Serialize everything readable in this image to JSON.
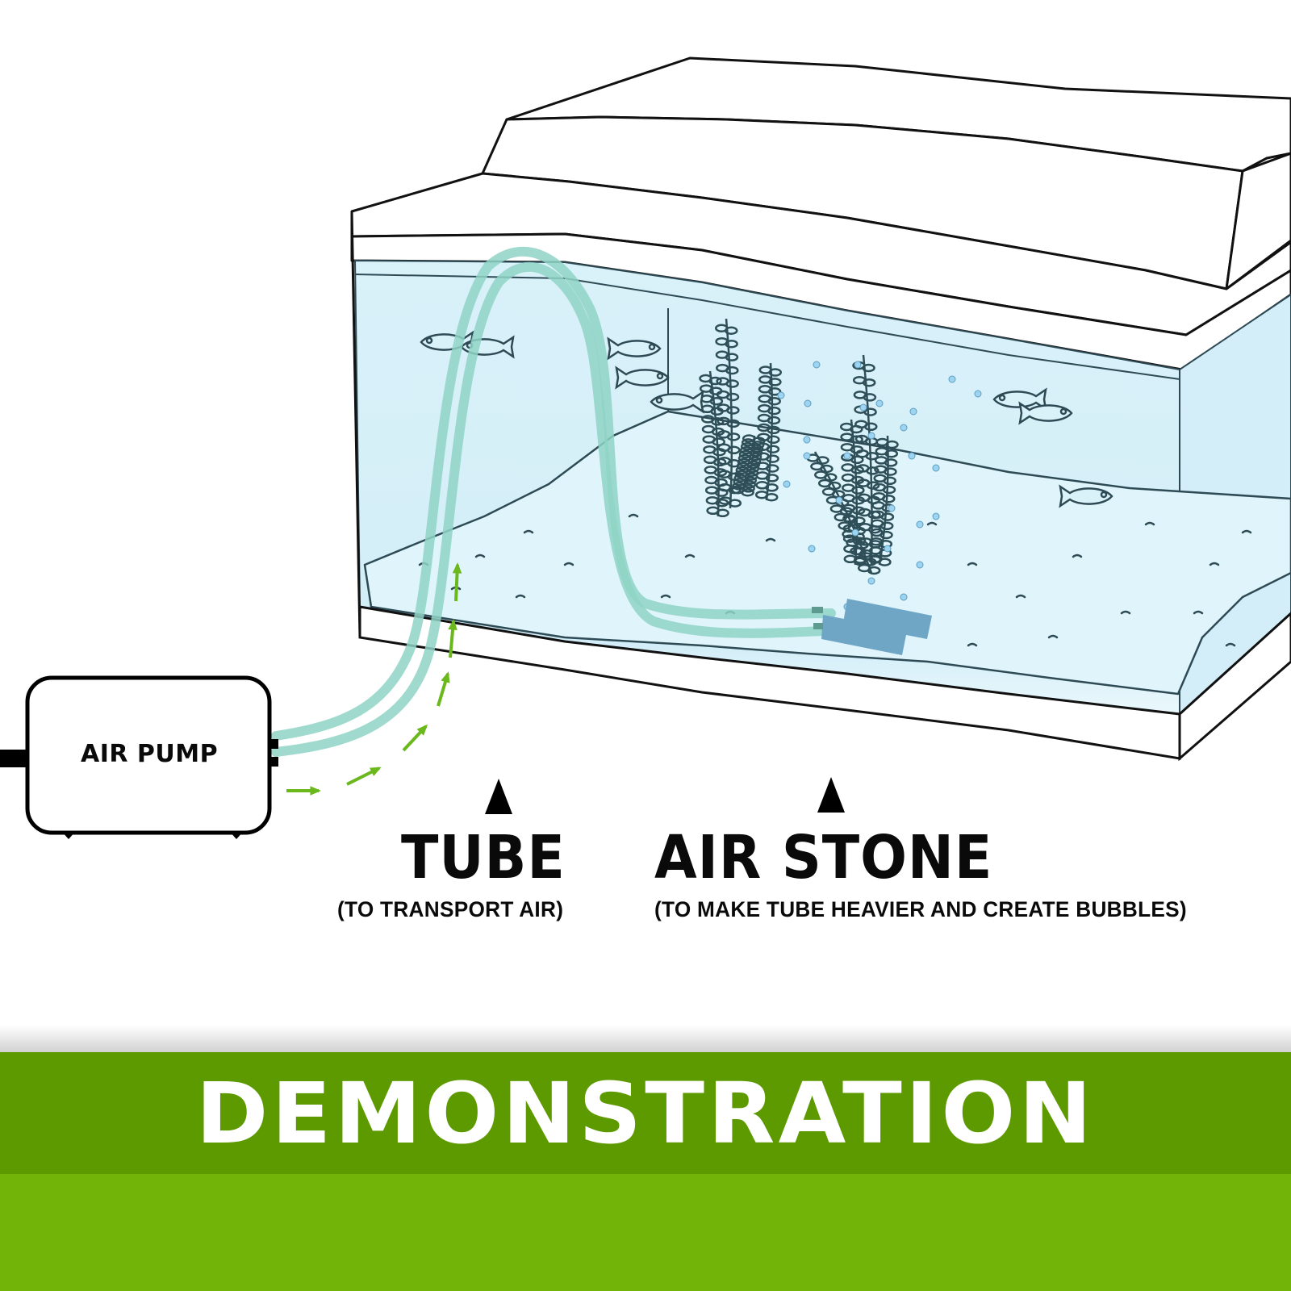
{
  "diagram": {
    "title": "Aquarium air pump setup demonstration",
    "components": [
      {
        "id": "air-pump",
        "label": "AIR PUMP"
      },
      {
        "id": "tube",
        "label": "TUBE",
        "description": "(TO TRANSPORT AIR)"
      },
      {
        "id": "air-stone",
        "label": "AIR STONE",
        "description": "(TO MAKE TUBE HEAVIER AND CREATE BUBBLES)"
      },
      {
        "id": "aquarium",
        "label": ""
      }
    ],
    "flow": {
      "from": "air-pump",
      "via": "tube",
      "to": "air-stone",
      "direction_indicator": "green arrows"
    }
  },
  "labels": {
    "pump": "AIR PUMP",
    "tube_title": "TUBE",
    "tube_sub": "(TO TRANSPORT AIR)",
    "stone_title": "AIR STONE",
    "stone_sub": "(TO MAKE TUBE HEAVIER AND CREATE BUBBLES)"
  },
  "banner": {
    "title": "DEMONSTRATION"
  },
  "colors": {
    "water": "#d6f0f8",
    "tube": "#8fd3c6",
    "air_stone": "#6fa6c6",
    "bubble": "#9fd4f0",
    "flow_arrow": "#6ab81c",
    "outline": "#111111",
    "plant": "#2e4e58",
    "banner_dark": "#5d9a00",
    "banner_light": "#72b508"
  }
}
